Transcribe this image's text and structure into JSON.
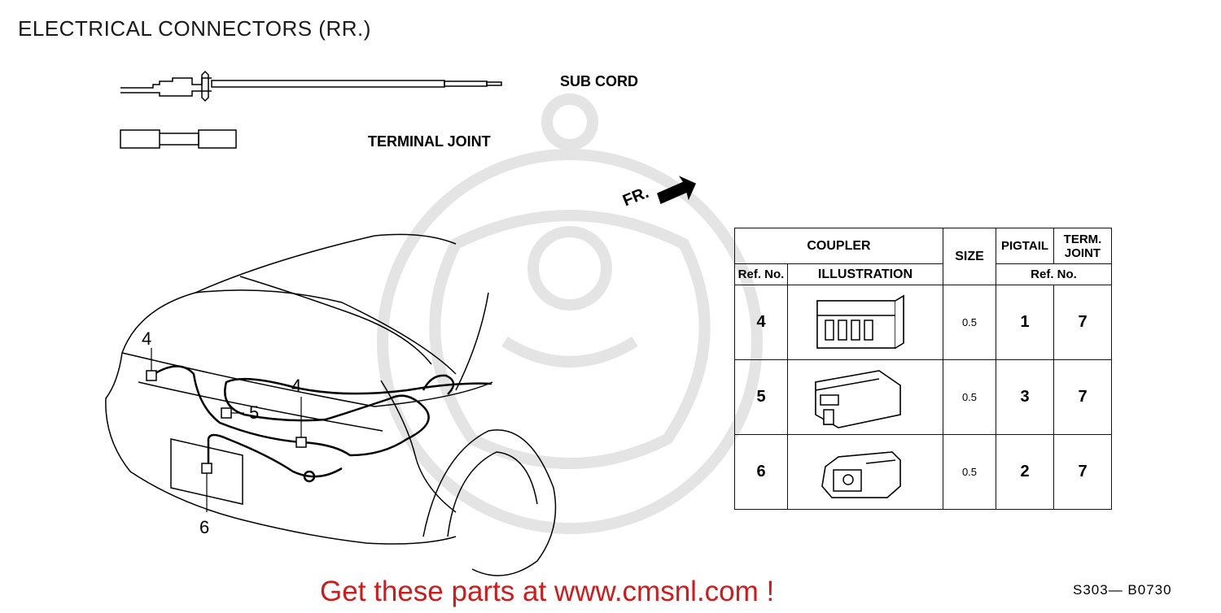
{
  "page": {
    "title": "ELECTRICAL CONNECTORS (RR.)",
    "footer_link": "Get these parts at www.cmsnl.com !",
    "footer_code": "S303— B0730"
  },
  "diagram": {
    "sub_cord_label": "SUB CORD",
    "terminal_joint_label": "TERMINAL JOINT",
    "front_label": "FR.",
    "callouts": [
      "4",
      "5",
      "4",
      "6"
    ]
  },
  "table": {
    "headers": {
      "coupler": "COUPLER",
      "ref_no": "Ref. No.",
      "illustration": "ILLUSTRATION",
      "size": "SIZE",
      "pigtail": "PIGTAIL",
      "term_joint": "TERM. JOINT",
      "ref_no_group": "Ref. No."
    },
    "rows": [
      {
        "ref": "4",
        "size": "0.5",
        "pigtail": "1",
        "term_joint": "7"
      },
      {
        "ref": "5",
        "size": "0.5",
        "pigtail": "3",
        "term_joint": "7"
      },
      {
        "ref": "6",
        "size": "0.5",
        "pigtail": "2",
        "term_joint": "7"
      }
    ]
  },
  "colors": {
    "link": "#d11a1a",
    "watermark": "#e2e2e2"
  }
}
